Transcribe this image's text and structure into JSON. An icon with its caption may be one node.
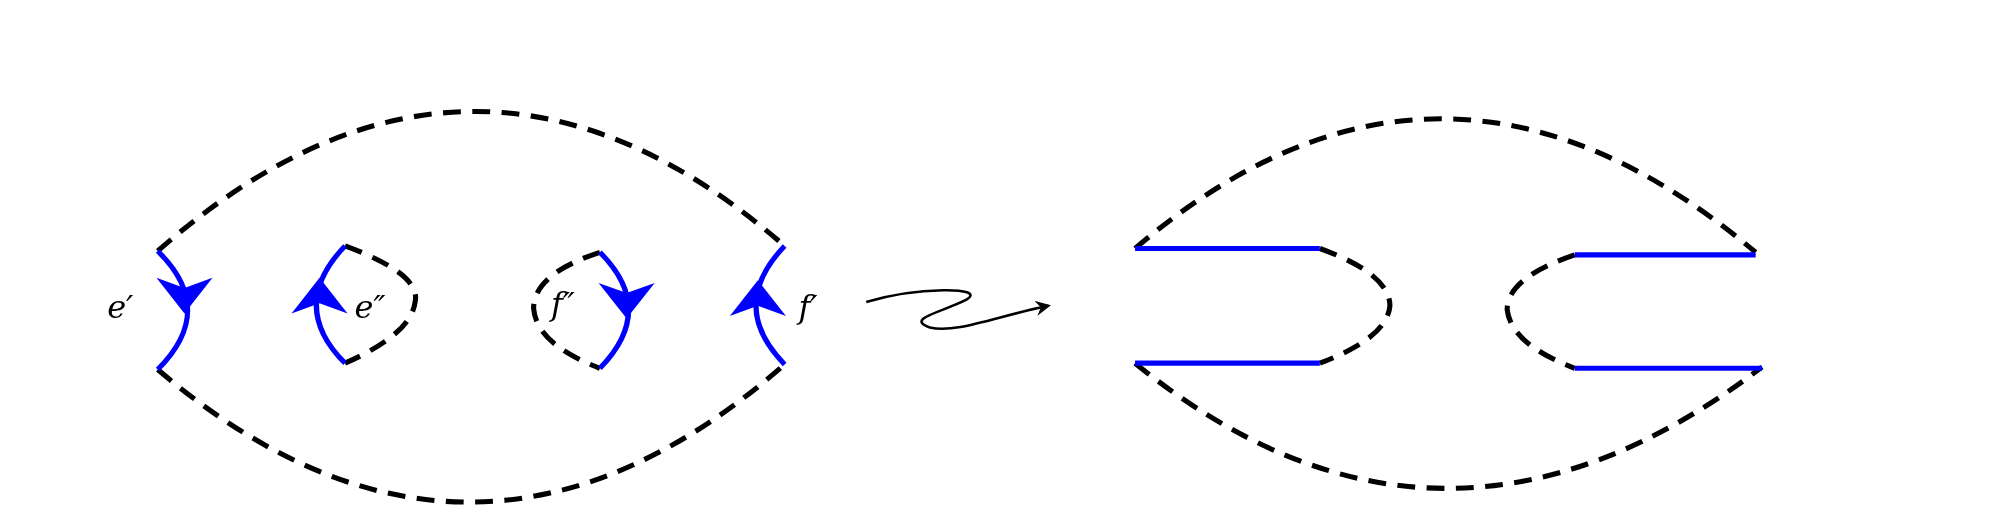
{
  "diagram": {
    "nodes": [
      {
        "text": [],
        "shape": "picture"
      },
      {
        "text": [],
        "shape": "picture"
      }
    ],
    "edges": [
      {
        "from": 0,
        "to": 1,
        "arrow": "to"
      }
    ],
    "labels": [
      "e′",
      "e″",
      "f″",
      "f′"
    ]
  }
}
